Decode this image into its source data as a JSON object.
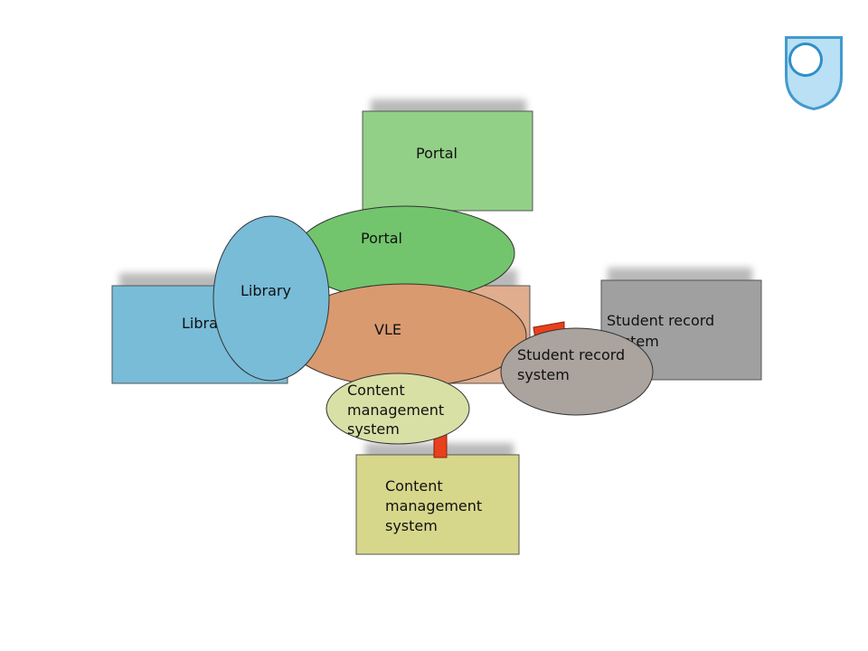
{
  "colors": {
    "portal_box": "#93d087",
    "portal_ellipse": "#72c56c",
    "library": "#78bcd8",
    "vle": "#d99a6f",
    "vle_box": "#e0ad8e",
    "student_box": "#a0a0a0",
    "student_ellipse": "#aaa39e",
    "cms_box": "#d7d78c",
    "cms_ellipse": "#d8e0a6",
    "connector": "#e8401c",
    "logo": "#b9e0f4"
  },
  "logo": {
    "icon": "open-university-shield-icon"
  },
  "boxes": {
    "portal": {
      "label": "Portal"
    },
    "library": {
      "label": "Library"
    },
    "student_record": {
      "line1": "Student record",
      "line2": "system"
    },
    "cms": {
      "line1": "Content",
      "line2": "management",
      "line3": "system"
    }
  },
  "ellipses": {
    "portal": {
      "label": "Portal"
    },
    "library": {
      "label": "Library"
    },
    "vle": {
      "label": "VLE"
    },
    "student_record": {
      "line1": "Student record",
      "line2": "system"
    },
    "cms": {
      "line1": "Content",
      "line2": "management",
      "line3": "system"
    }
  }
}
